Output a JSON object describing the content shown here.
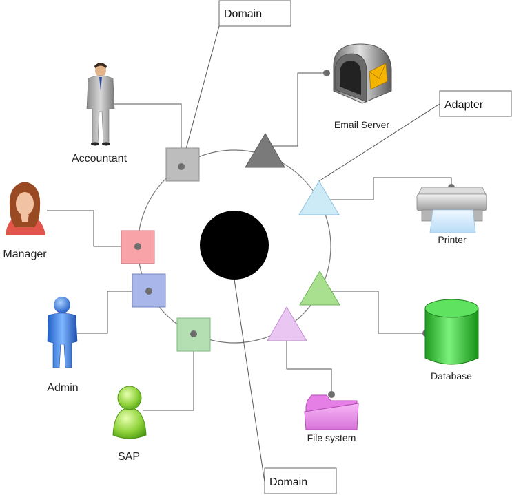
{
  "diagram": {
    "callouts": {
      "domain_top": "Domain",
      "adapter": "Adapter",
      "domain_bottom": "Domain"
    },
    "actors": {
      "accountant": "Accountant",
      "manager": "Manager",
      "admin": "Admin",
      "sap": "SAP"
    },
    "resources": {
      "email_server": "Email Server",
      "printer": "Printer",
      "database": "Database",
      "file_system": "File system"
    },
    "colors": {
      "bus_center": "#000000",
      "accountant_port": "#bdbdbd",
      "manager_port": "#f7a3a8",
      "admin_port": "#a9b6ea",
      "sap_port": "#b3dfb3",
      "email_adapter": "#7a7a7a",
      "printer_adapter": "#cdeaf7",
      "database_adapter": "#a8e08f",
      "filesystem_adapter": "#eac7f2"
    }
  }
}
